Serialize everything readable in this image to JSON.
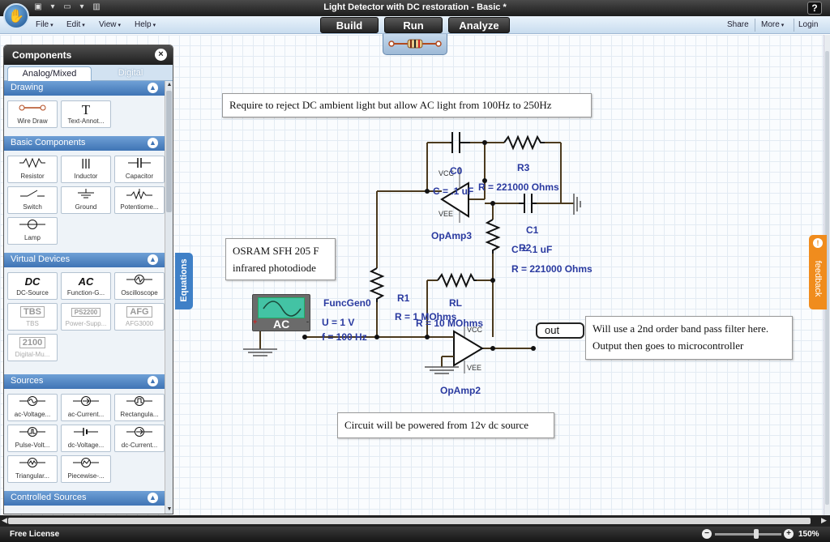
{
  "window": {
    "title": "Light Detector with DC restoration - Basic *",
    "help": "?"
  },
  "menu": {
    "file": "File",
    "edit": "Edit",
    "view": "View",
    "help": "Help",
    "caret": "▾"
  },
  "modes": {
    "build": "Build",
    "run": "Run",
    "analyze": "Analyze"
  },
  "right_menu": {
    "share": "Share",
    "more": "More",
    "login": "Login"
  },
  "panel": {
    "title": "Components",
    "close": "×",
    "tabs": {
      "analog": "Analog/Mixed",
      "digital": "Digital"
    },
    "sections": {
      "drawing": "Drawing",
      "basic": "Basic Components",
      "virtual": "Virtual Devices",
      "sources": "Sources",
      "controlled": "Controlled Sources"
    },
    "drawing_items": [
      "Wire Draw",
      "Text-Annot..."
    ],
    "basic_items": [
      "Resistor",
      "Inductor",
      "Capacitor",
      "Switch",
      "Ground",
      "Potentiome...",
      "Lamp"
    ],
    "virtual_items": [
      "DC-Source",
      "Function-G...",
      "Oscilloscope",
      "TBS",
      "Power-Supp...",
      "AFG3000",
      "Digital-Mu..."
    ],
    "virtual_icon_texts": [
      "DC",
      "AC",
      "TBS",
      "PS2200",
      "AFG",
      "2100"
    ],
    "source_items": [
      "ac-Voltage...",
      "ac-Current...",
      "Rectangula...",
      "Pulse-Volt...",
      "dc-Voltage...",
      "dc-Current...",
      "Triangular...",
      "Piecewise-..."
    ]
  },
  "side_tabs": {
    "equations": "Equations",
    "feedback": "feedback"
  },
  "notes": {
    "top": "Require to reject DC ambient light but allow AC light from 100Hz to 250Hz",
    "osram_line1": "OSRAM SFH 205 F",
    "osram_line2": "infrared photodiode",
    "filter_line1": "Will use a 2nd order band pass filter here.",
    "filter_line2": "Output then goes to microcontroller",
    "power": "Circuit will be powered from 12v dc source"
  },
  "schematic": {
    "c0": "C0",
    "c0_val": "C = .1 uF",
    "r3": "R3",
    "r3_val": "R = 221000 Ohms",
    "opamp3": "OpAmp3",
    "c1": "C1",
    "r2": "R2",
    "c1_val": "C = .1 uF",
    "r2_val": "R = 221000 Ohms",
    "funcgen": "FuncGen0",
    "u_val": "U = 1 V",
    "f_val": "f = 100 Hz",
    "r1": "R1",
    "r1_val": "R = 1 MOhms",
    "rl": "RL",
    "rl_val": "R = 10 MOhms",
    "opamp2": "OpAmp2",
    "vcc": "VCC",
    "vee": "VEE",
    "ac": "AC",
    "out": "out",
    "plus": "+",
    "minus": "-"
  },
  "status": {
    "license": "Free License",
    "zoom": "150%",
    "zoom_out": "−",
    "zoom_in": "+"
  },
  "colors": {
    "label_blue": "#2a3aa0",
    "wire": "#4b3a1e",
    "accent_orange": "#f08c1d",
    "tab_blue": "#3f80c7"
  }
}
